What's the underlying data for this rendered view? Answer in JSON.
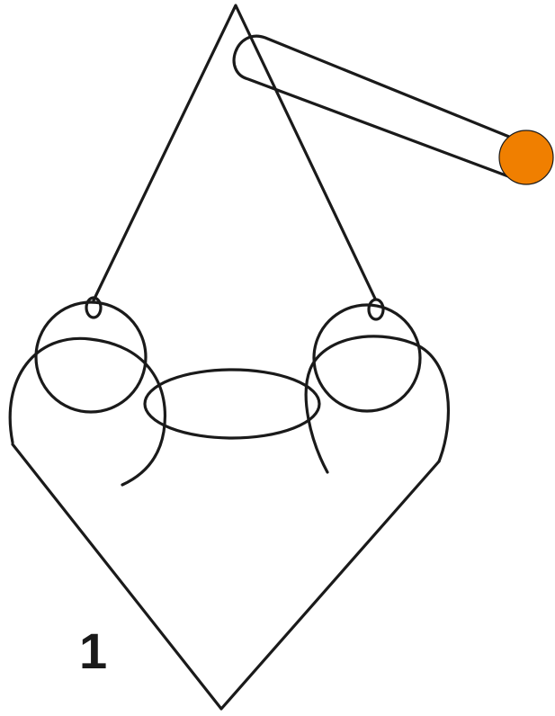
{
  "diagram": {
    "step_number": "1",
    "colors": {
      "line": "#1a1a1a",
      "marker_fill": "#f07f00",
      "marker_stroke": "#1a1a1a"
    },
    "parts": [
      "loop-strand",
      "left-ring",
      "right-ring",
      "center-ring",
      "bottom-strand",
      "end-marker"
    ]
  }
}
